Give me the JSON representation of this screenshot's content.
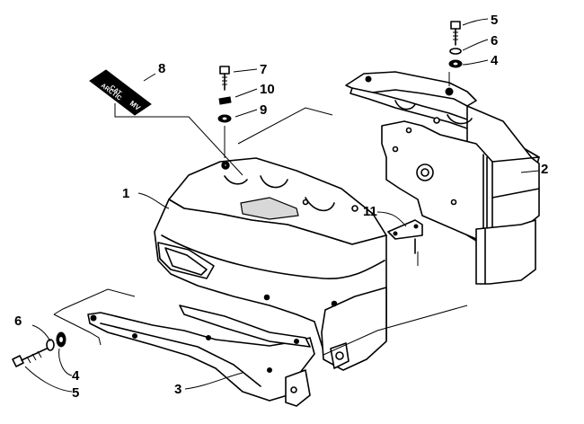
{
  "diagram": {
    "callouts": [
      {
        "id": "callout-1",
        "text": "1"
      },
      {
        "id": "callout-2",
        "text": "2"
      },
      {
        "id": "callout-3",
        "text": "3"
      },
      {
        "id": "callout-4-top",
        "text": "4"
      },
      {
        "id": "callout-4-bottom",
        "text": "4"
      },
      {
        "id": "callout-5-top",
        "text": "5"
      },
      {
        "id": "callout-5-bottom",
        "text": "5"
      },
      {
        "id": "callout-6-top",
        "text": "6"
      },
      {
        "id": "callout-6-bottom",
        "text": "6"
      },
      {
        "id": "callout-7",
        "text": "7"
      },
      {
        "id": "callout-8",
        "text": "8"
      },
      {
        "id": "callout-9",
        "text": "9"
      },
      {
        "id": "callout-10",
        "text": "10"
      },
      {
        "id": "callout-11",
        "text": "11"
      }
    ],
    "decal_text": [
      "ARCTIC",
      "CAT",
      "MV"
    ]
  }
}
